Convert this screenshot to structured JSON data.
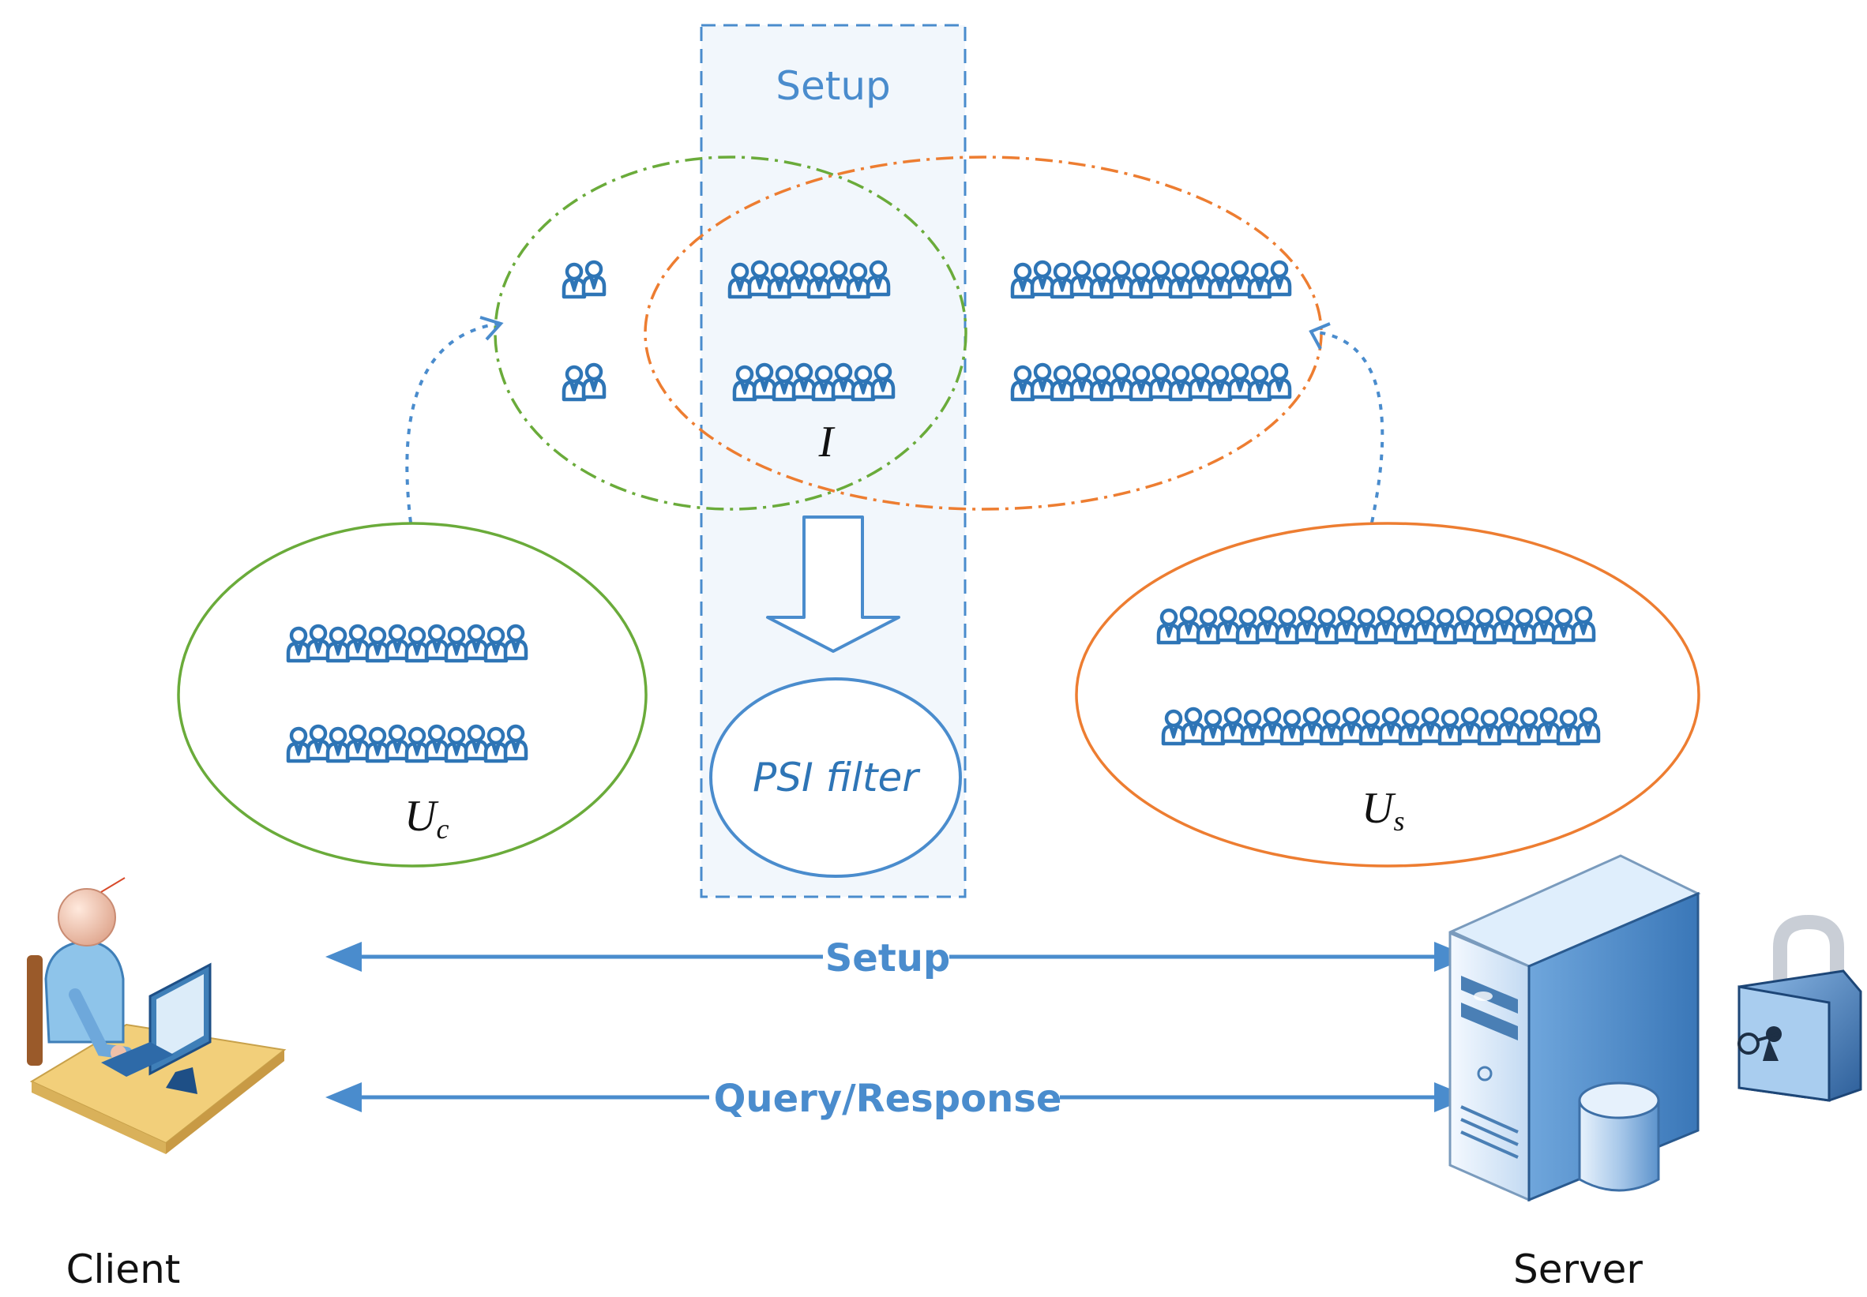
{
  "setup_box": {
    "title": "Setup"
  },
  "intersection": {
    "label": "I"
  },
  "psi_filter": {
    "label": "PSI filter"
  },
  "client_set": {
    "label_main": "U",
    "label_sub": "c"
  },
  "server_set": {
    "label_main": "U",
    "label_sub": "s"
  },
  "setup_arrow": {
    "label": "Setup"
  },
  "query_arrow": {
    "label": "Query/Response"
  },
  "client": {
    "label": "Client"
  },
  "server": {
    "label": "Server"
  },
  "colors": {
    "client_green": "#6aab3a",
    "server_orange": "#ed7d31",
    "blue": "#4a8ccd",
    "user_icon": "#2e75b6"
  },
  "icons": [
    "user-group-icon",
    "client-computer-icon",
    "server-icon",
    "database-icon",
    "padlock-icon",
    "down-arrow-icon"
  ]
}
